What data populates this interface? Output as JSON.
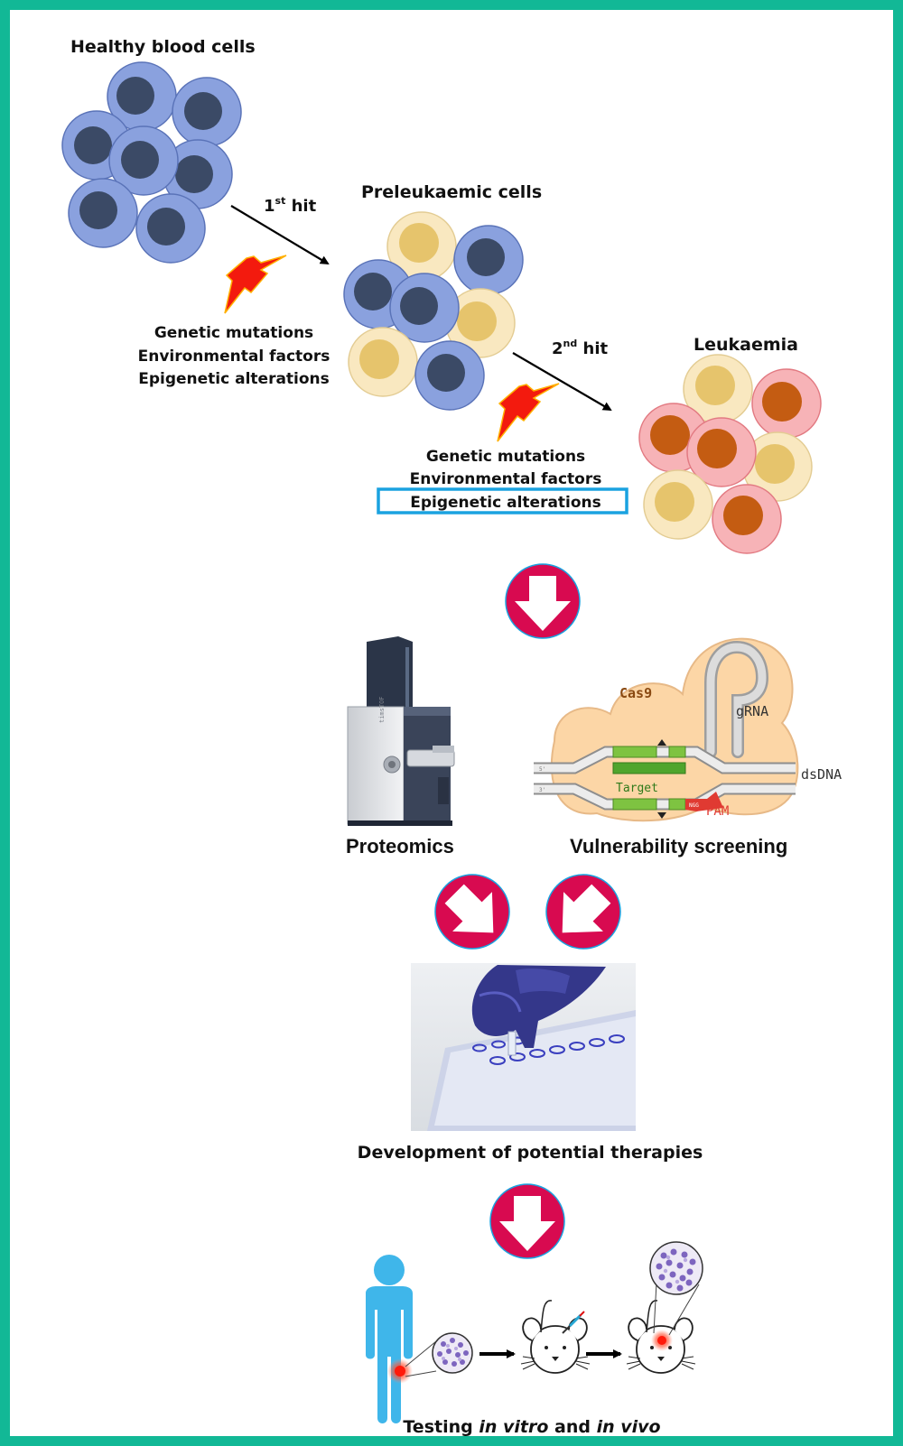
{
  "stage1": {
    "title": "Healthy blood cells"
  },
  "hit1": {
    "number": "1",
    "sup": "st",
    "word": " hit"
  },
  "factors1": [
    "Genetic mutations",
    "Environmental factors",
    "Epigenetic alterations"
  ],
  "stage2": {
    "title": "Preleukaemic cells"
  },
  "hit2": {
    "number": "2",
    "sup": "nd",
    "word": " hit"
  },
  "factors2": [
    "Genetic mutations",
    "Environmental factors",
    "Epigenetic alterations"
  ],
  "stage3": {
    "title": "Leukaemia"
  },
  "methods": {
    "proteomics": "Proteomics",
    "screening": "Vulnerability screening",
    "instrument_text": "timsTOF",
    "cas9": {
      "protein": "Cas9",
      "grna": "gRNA",
      "dsdna": "dsDNA",
      "target": "Target",
      "pam": "PAM",
      "ngg": "NGG",
      "end5": "5'",
      "end3": "3'"
    }
  },
  "therapy": {
    "title": "Development of potential therapies"
  },
  "testing": {
    "prefix": "Testing ",
    "in_vitro": "in vitro",
    "middle": " and ",
    "in_vivo": "in vivo"
  },
  "colors": {
    "border": "#12b896",
    "healthy_outer": "#8aa1de",
    "healthy_nucleus": "#3b4a66",
    "pre_outer": "#f9e8c0",
    "pre_nucleus": "#e6c46c",
    "leuk_outer": "#f7b3b7",
    "leuk_nucleus": "#c45c12",
    "arrow_circle": "#d80a50",
    "highlight_box": "#1aa2e0",
    "cas9_body": "#fcd6a6",
    "target_green": "#7ec341",
    "pam_red": "#e03a32",
    "person": "#3fb6ea"
  }
}
